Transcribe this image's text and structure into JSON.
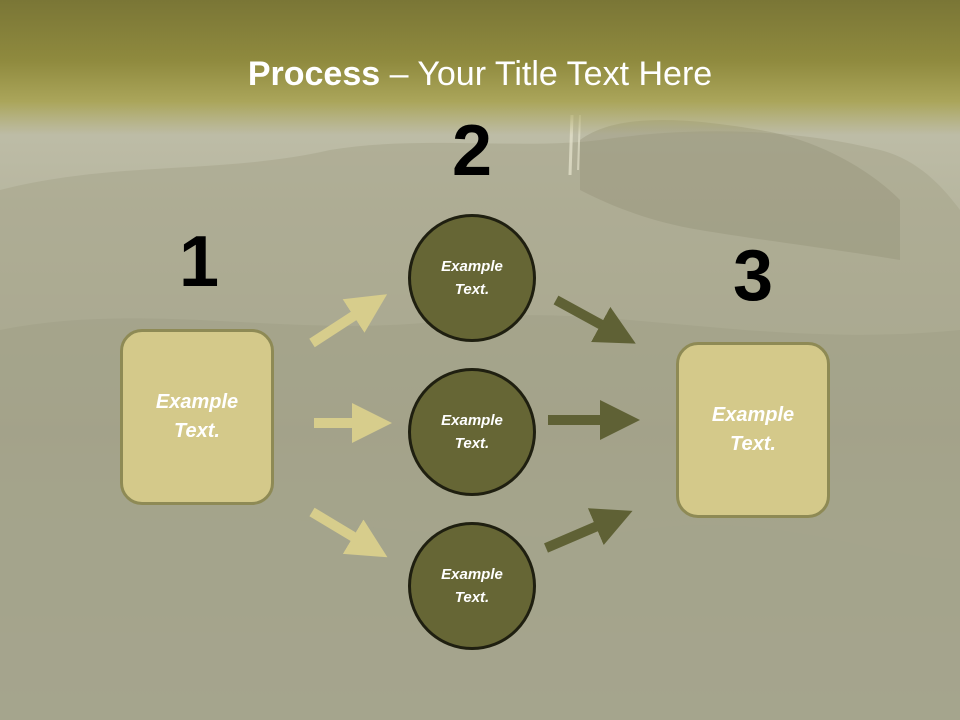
{
  "title": {
    "bold": "Process",
    "rest": " – Your Title Text Here"
  },
  "steps": [
    {
      "number": "1",
      "box_text": "Example Text."
    },
    {
      "number": "2"
    },
    {
      "number": "3",
      "box_text": "Example Text."
    }
  ],
  "circles": [
    {
      "text": "Example Text."
    },
    {
      "text": "Example Text."
    },
    {
      "text": "Example Text."
    }
  ],
  "colors": {
    "title_band": "#8f8a3e",
    "box_fill": "#d4c98a",
    "box_border": "#8e8a55",
    "circle_fill": "#666635",
    "arrow_light": "#d7cd8c",
    "arrow_dark": "#5f6135"
  }
}
